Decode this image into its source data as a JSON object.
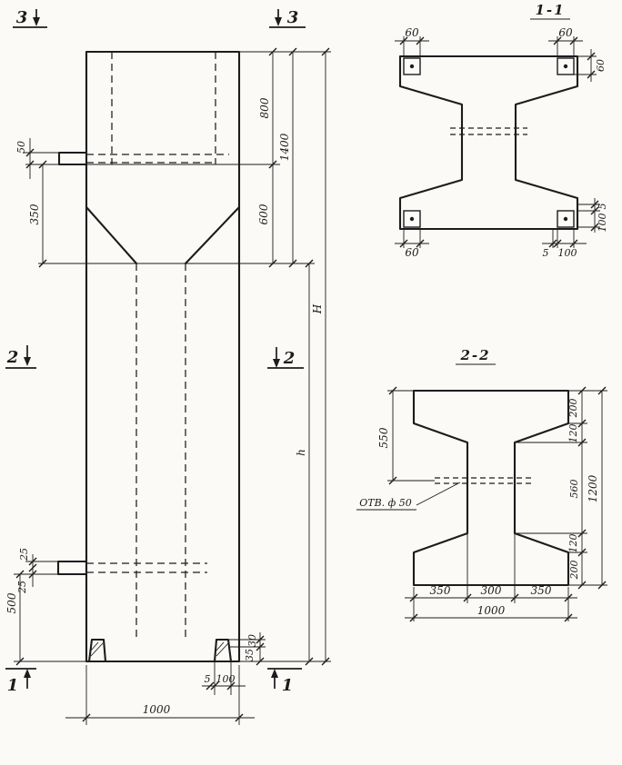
{
  "page": {
    "paper_color": "#fbfaf7",
    "ink_color": "#1c1c1c"
  },
  "elevation": {
    "marks": {
      "top_left": "3",
      "top_right": "3",
      "mid_left": "2",
      "mid_right": "2",
      "bottom_left": "1",
      "bottom_right": "1"
    },
    "dims": {
      "console_50": "50",
      "taper_350": "350",
      "top_800": "800",
      "overall_1400": "1400",
      "taper_600": "600",
      "total_H": "H",
      "lower_h": "h",
      "hole_25_upper": "25",
      "hole_25_lower": "25",
      "bottom_500": "500",
      "foot_30": "30",
      "foot_35": "35",
      "base_5": "5",
      "base_100": "100",
      "width_1000": "1000"
    }
  },
  "section_1_1": {
    "label": "1-1",
    "dims": {
      "plate_top_left_60": "60",
      "plate_top_right_60": "60",
      "plate_corner_60": "60",
      "plate_bottom_left_60": "60",
      "plate_bottom_5": "5",
      "plate_bottom_100": "100",
      "plate_right_5": "5",
      "plate_right_100": "100"
    }
  },
  "section_2_2": {
    "label": "2-2",
    "hole_note": "ОТВ. ф 50",
    "dims": {
      "left_550": "550",
      "flange_top_200": "200",
      "taper_top_120": "120",
      "web_560": "560",
      "taper_bottom_120": "120",
      "flange_bottom_200": "200",
      "height_1200": "1200",
      "bottom_350_left": "350",
      "bottom_300": "300",
      "bottom_350_right": "350",
      "bottom_1000": "1000"
    }
  }
}
